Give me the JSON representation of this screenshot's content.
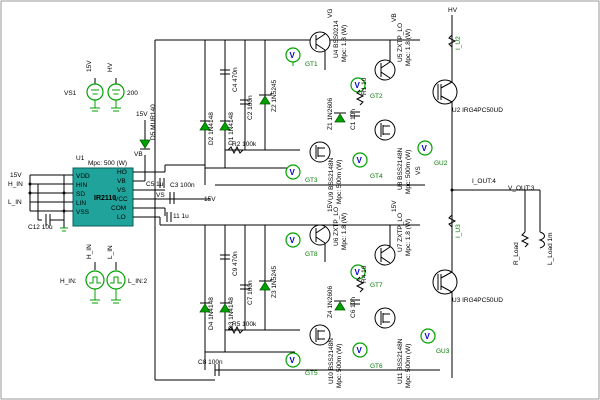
{
  "sources": {
    "vs1_label": "VS1",
    "vs1_value": "15V",
    "hv_label": "HV",
    "hv_value": "200",
    "h_in_label": "H_IN",
    "l_in_label": "L_IN",
    "h_in_terminal": "H_IN:",
    "l_in_terminal": "L_IN:2"
  },
  "driver": {
    "ref": "U1",
    "part": "IR2110",
    "subtitle": "Mpc: 500 (W)",
    "pins_left": [
      "VDD",
      "HIN",
      "SD",
      "LIN",
      "VSS"
    ],
    "pins_right": [
      "HO",
      "VB",
      "VS",
      "VCC",
      "COM",
      "LO"
    ],
    "in_15v": "15V",
    "in_h": "H_IN",
    "in_l": "L_IN",
    "c12": "C12 10u",
    "d5": "D5 MUR140",
    "vb": "VB",
    "vs": "VS",
    "c5": "C5 1u",
    "c3": "C3 100n",
    "c11": "11 1u",
    "v15": "15V",
    "v15_top": "15V"
  },
  "upper": {
    "d2": "D2 1N4148",
    "d1": "D1 1N4148",
    "c4": "C4 470n",
    "c2": "C2 100n",
    "z2": "Z2 1N5245",
    "r2": "R2 100k",
    "gt1": "GT1",
    "gt2": "GT2",
    "gt3": "GT3",
    "gt4": "GT4",
    "u4": "U4 BSS0214",
    "u4_m": "Mpc: 1.8 (W)",
    "u5": "U5 ZXTP_LO",
    "u5_m": "Mpc: 1.8 (W)",
    "vg": "VG",
    "vb_node": "VB",
    "z1": "Z1 1N2606",
    "r1": "R1 10",
    "c1": "C1 10n",
    "u8": "U8 BSS2148N",
    "u8_m": "Mpc: 500m (W)",
    "u9": "U9 BSS2148N",
    "u9_m": "Mpc: 500m (W)",
    "gu2": "GU2",
    "u2": "U2 IRG4PC50UD",
    "hv": "HV",
    "i_u2": "I_U2",
    "out4": "I_OUT:4",
    "out3": "V_OUT:3",
    "vs_node": "VS"
  },
  "lower": {
    "d4": "D4 1N4148",
    "d3": "D3 1N4148",
    "c9": "C9 470n",
    "c7": "C7 100n",
    "z3": "Z3 1N5245",
    "r5": "R5 100k",
    "c8": "C8 100n",
    "gt8": "GT8",
    "gt7": "GT7",
    "gt5": "GT5",
    "gt6": "GT6",
    "u6": "U6 ZXTP_LO",
    "u6_m": "Mpc: 1.8 (W)",
    "u7": "U7 ZXTP_LO",
    "u7_m": "Mpc: 1.8 (W)",
    "z4": "Z4 1N2606",
    "r4": "R4 10",
    "c6": "C6 10n",
    "u10": "U10 BSS2148N",
    "u10_m": "Mpc: 500m (W)",
    "u11": "U11 BSS2148N",
    "u11_m": "Mpc: 500m (W)",
    "gu3": "GU3",
    "u3": "U3 IRG4PC50UD",
    "i_u3": "I_U3",
    "r_load": "R_Load",
    "l_load": "L_Load 1m",
    "v15a": "15V",
    "v15b": "15V"
  },
  "meter_glyph": "V",
  "colors": {
    "wire": "#000000",
    "ground": "#00a000",
    "chip": "#1fa39a",
    "meter_v": "#0000c8"
  }
}
